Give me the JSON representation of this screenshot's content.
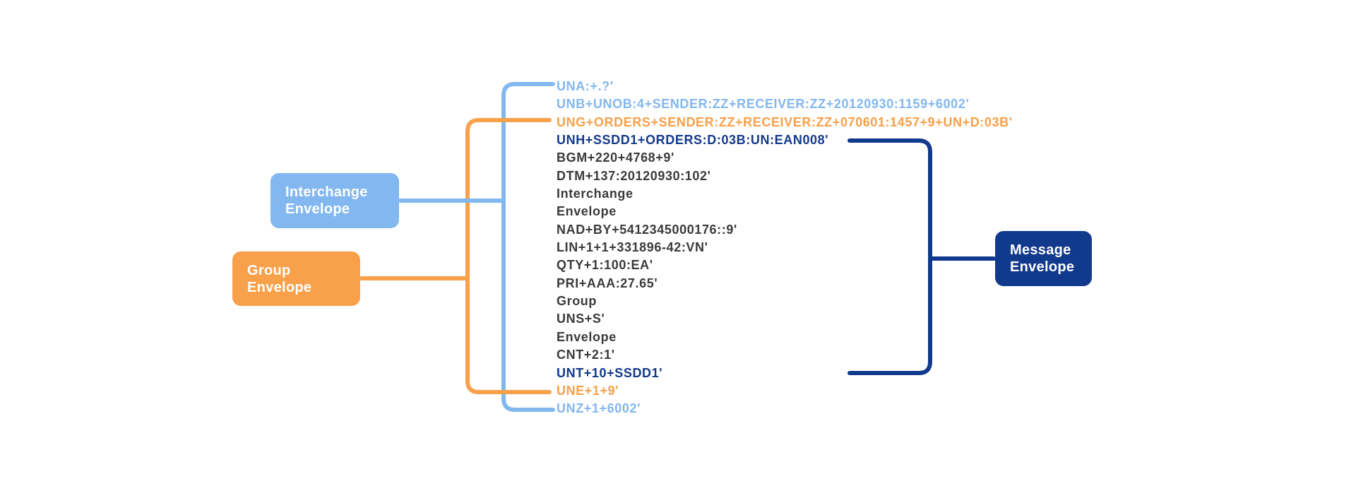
{
  "colors": {
    "light_blue": "#82b7f0",
    "orange": "#f8a04a",
    "dark_blue": "#11398c",
    "text_dark": "#3a3a3a"
  },
  "boxes": {
    "interchange": {
      "label_line1": "Interchange",
      "label_line2": "Envelope"
    },
    "group": {
      "label_line1": "Group",
      "label_line2": "Envelope"
    },
    "message": {
      "label_line1": "Message",
      "label_line2": "Envelope"
    }
  },
  "edi_lines": [
    {
      "text": "UNA:+.?'",
      "color": "light_blue"
    },
    {
      "text": "UNB+UNOB:4+SENDER:ZZ+RECEIVER:ZZ+20120930:1159+6002'",
      "color": "light_blue"
    },
    {
      "text": "UNG+ORDERS+SENDER:ZZ+RECEIVER:ZZ+070601:1457+9+UN+D:03B'",
      "color": "orange"
    },
    {
      "text": "UNH+SSDD1+ORDERS:D:03B:UN:EAN008'",
      "color": "dark_blue"
    },
    {
      "text": "BGM+220+4768+9'",
      "color": "dark"
    },
    {
      "text": "DTM+137:20120930:102'",
      "color": "dark"
    },
    {
      "text": "Interchange",
      "color": "dark"
    },
    {
      "text": "Envelope",
      "color": "dark"
    },
    {
      "text": "NAD+BY+5412345000176::9'",
      "color": "dark"
    },
    {
      "text": "LIN+1+1+331896-42:VN'",
      "color": "dark"
    },
    {
      "text": "QTY+1:100:EA'",
      "color": "dark"
    },
    {
      "text": "PRI+AAA:27.65'",
      "color": "dark"
    },
    {
      "text": "Group",
      "color": "dark"
    },
    {
      "text": "UNS+S'",
      "color": "dark"
    },
    {
      "text": "Envelope",
      "color": "dark"
    },
    {
      "text": "CNT+2:1'",
      "color": "dark"
    },
    {
      "text": "UNT+10+SSDD1'",
      "color": "dark_blue"
    },
    {
      "text": "UNE+1+9'",
      "color": "orange"
    },
    {
      "text": "UNZ+1+6002'",
      "color": "light_blue"
    }
  ]
}
